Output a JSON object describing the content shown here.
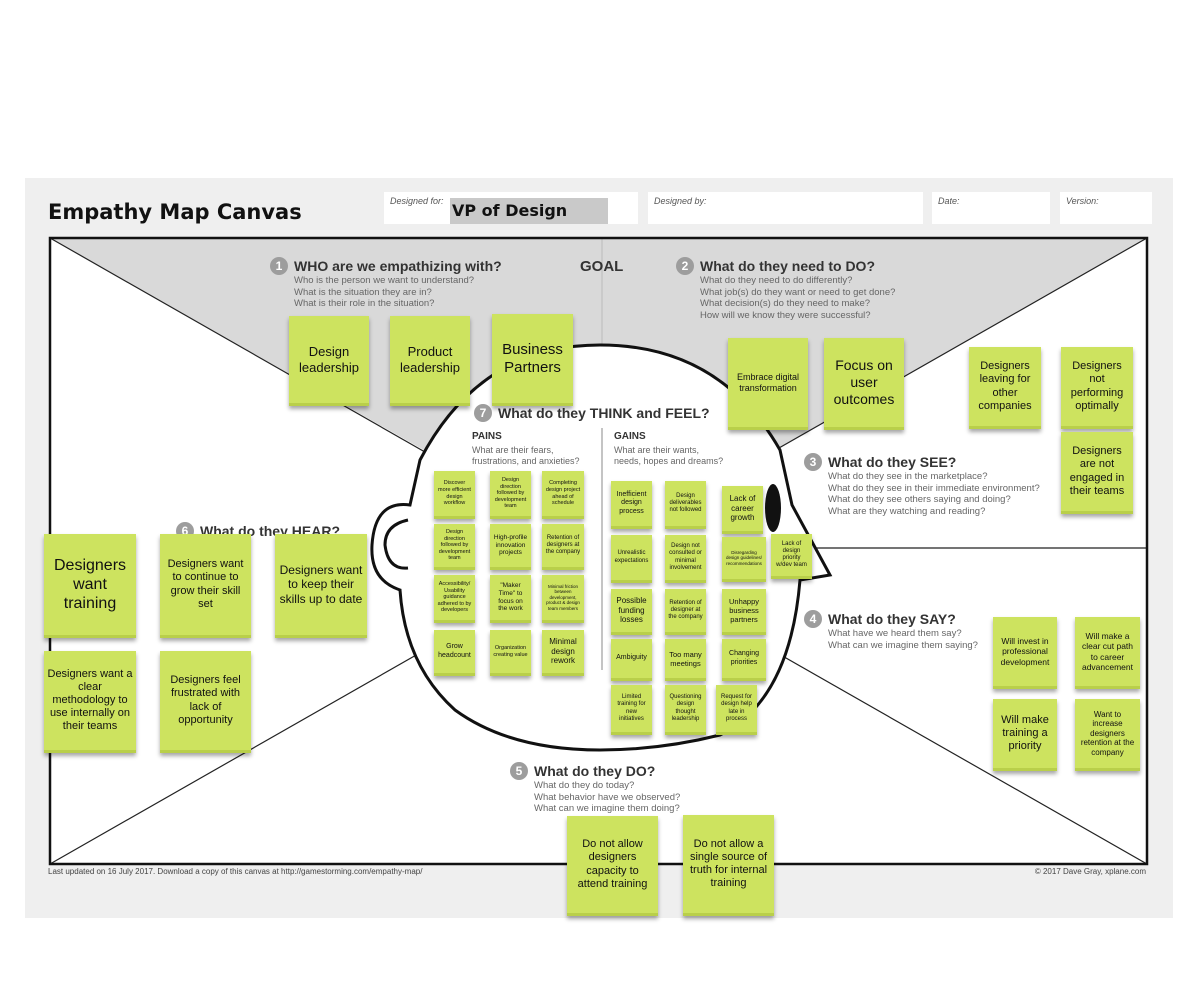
{
  "header": {
    "title": "Empathy Map Canvas",
    "designed_for_label": "Designed for:",
    "designed_for_value": "VP of Design",
    "designed_by_label": "Designed by:",
    "date_label": "Date:",
    "version_label": "Version:"
  },
  "goal": "GOAL",
  "sections": [
    {
      "num": "1",
      "head": "WHO are we empathizing with?",
      "questions": [
        "Who is the person we want to understand?",
        "What is the situation they are in?",
        "What is their role in the situation?"
      ]
    },
    {
      "num": "2",
      "head": "What do they need to DO?",
      "questions": [
        "What do they need to do differently?",
        "What job(s) do they want or need to get done?",
        "What decision(s) do they need to make?",
        "How will we know they were successful?"
      ]
    },
    {
      "num": "3",
      "head": "What do they SEE?",
      "questions": [
        "What do they see in the marketplace?",
        "What do they see in their immediate environment?",
        "What do they see others saying and doing?",
        "What are they watching and reading?"
      ]
    },
    {
      "num": "4",
      "head": "What do they SAY?",
      "questions": [
        "What have we heard them say?",
        "What can we imagine them saying?"
      ]
    },
    {
      "num": "5",
      "head": "What do they DO?",
      "questions": [
        "What do they do today?",
        "What behavior have we observed?",
        "What can we imagine them doing?"
      ]
    },
    {
      "num": "6",
      "head": "What do they HEAR?",
      "questions": []
    },
    {
      "num": "7",
      "head": "What do they THINK and FEEL?",
      "questions": []
    }
  ],
  "pains": {
    "label": "PAINS",
    "questions": [
      "What are their fears,",
      "frustrations, and anxieties?"
    ]
  },
  "gains": {
    "label": "GAINS",
    "questions": [
      "What are their wants,",
      "needs, hopes and dreams?"
    ]
  },
  "stickies": {
    "who": [
      "Design leadership",
      "Product leadership",
      "Business Partners"
    ],
    "do_need": [
      "Embrace digital transformation",
      "Focus on user outcomes"
    ],
    "see": [
      "Designers leaving for other companies",
      "Designers not performing optimally",
      "Designers are not engaged in their teams"
    ],
    "hear": [
      "Designers want training",
      "Designers want to continue to grow their skill set",
      "Designers want to keep their skills up to date",
      "Designers want a clear methodology to use internally on their teams",
      "Designers feel frustrated with lack of opportunity"
    ],
    "pains": [
      "Discover more efficient design workflow",
      "Design direction followed by development team",
      "Completing design project ahead of schedule",
      "Design direction followed by development team",
      "High-profile innovation projects",
      "Retention of designers at the company",
      "Accessibility/ Usability guidance adhered to by developers",
      "\"Maker Time\" to focus on the work",
      "Minimal friction between development, product & design team members",
      "Grow headcount",
      "Organization creating value",
      "Minimal design rework"
    ],
    "gains": [
      "Inefficient design process",
      "Design deliverables not followed",
      "Lack of career growth",
      "Unrealistic expectations",
      "Design not consulted or minimal involvement",
      "Disregarding design guidelines/ recommendations",
      "Lack of design priority w/dev team",
      "Possible funding losses",
      "Retention of designer at the company",
      "Unhappy business partners",
      "Ambiguity",
      "Too many meetings",
      "Changing priorities",
      "Limited training for new initiatives",
      "Questioning design thought leadership",
      "Request for design help late in process"
    ],
    "say": [
      "Will invest in professional development",
      "Will make a clear cut path to career advancement",
      "Will make training a priority",
      "Want to increase designers retention at the company"
    ],
    "do": [
      "Do not allow designers capacity to attend training",
      "Do not allow a single source of truth for internal training"
    ]
  },
  "footer": {
    "left": "Last updated on 16 July 2017. Download a copy of this canvas at http://gamestorming.com/empathy-map/",
    "right": "© 2017 Dave Gray, xplane.com"
  },
  "colors": {
    "sticky": "#cde35f",
    "board": "#efefef",
    "top_region": "#d9d9d9"
  }
}
